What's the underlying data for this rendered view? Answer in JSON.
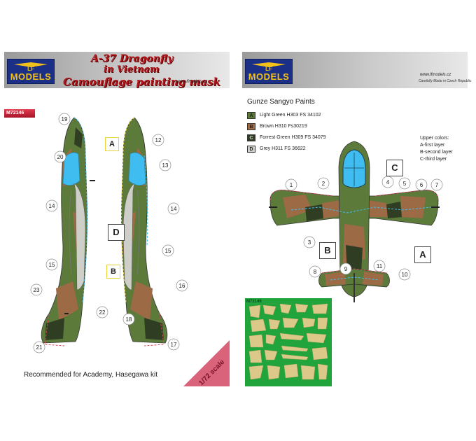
{
  "left_panel": {
    "logo": {
      "text": "MODELS"
    },
    "title_lines": [
      "A-37 Dragonfly",
      "in Vietnam",
      "Camouflage painting mask"
    ],
    "url": "www.lfmodels.cz",
    "product_code": "M72146",
    "recommended": "Recommended for Academy, Hasegawa kit",
    "scale": "1/72 scale",
    "callouts": {
      "a": "A",
      "b": "B",
      "d": "D"
    },
    "number_markers": [
      "19",
      "20",
      "14",
      "15",
      "23",
      "22",
      "21",
      "12",
      "13",
      "14",
      "15",
      "16",
      "17",
      "18"
    ]
  },
  "right_panel": {
    "logo": {
      "text": "MODELS"
    },
    "url": "www.lfmodels.cz",
    "tagline": "Carefully Made in Czech Republic",
    "paints_title": "Gunze Sangyo Paints",
    "legend": [
      {
        "letter": "A",
        "label": "Light Green H303 FS 34102",
        "color": "#5c7a3a"
      },
      {
        "letter": "B",
        "label": "Brown H310 Fs30219",
        "color": "#9c6a44"
      },
      {
        "letter": "C",
        "label": "Forrest Green H309 FS 34079",
        "color": "#2f3d22"
      },
      {
        "letter": "D",
        "label": "Grey H311 FS 36622",
        "color": "#cfcfc9"
      }
    ],
    "upper_colors": [
      "Upper colors:",
      "A-first layer",
      "B-second layer",
      "C-third layer"
    ],
    "callouts": {
      "a": "A",
      "b": "B",
      "c": "C"
    },
    "number_markers": [
      "1",
      "2",
      "3",
      "4",
      "5",
      "6",
      "7",
      "8",
      "9",
      "11",
      "10"
    ],
    "mask_code": "M72146"
  },
  "colors": {
    "light_green": "#5c7a3a",
    "brown": "#9c6a44",
    "forest_green": "#2f3d22",
    "grey": "#cfcfc9",
    "canopy_blue": "#3fbdf0",
    "title_red": "#b4141a",
    "logo_blue": "#1c2f86",
    "logo_yellow": "#f2c21a",
    "mask_green": "#21a43c",
    "mask_tan": "#dcc98a"
  }
}
